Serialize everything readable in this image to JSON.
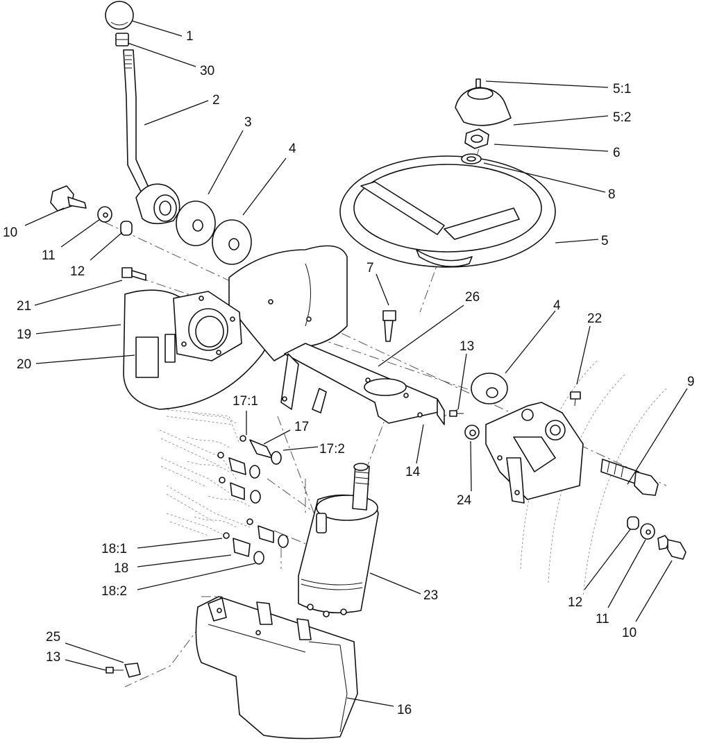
{
  "diagram": {
    "callouts": [
      {
        "id": "c1",
        "label": "1"
      },
      {
        "id": "c30",
        "label": "30"
      },
      {
        "id": "c2",
        "label": "2"
      },
      {
        "id": "c3",
        "label": "3"
      },
      {
        "id": "c4a",
        "label": "4"
      },
      {
        "id": "c10a",
        "label": "10"
      },
      {
        "id": "c11a",
        "label": "11"
      },
      {
        "id": "c12a",
        "label": "12"
      },
      {
        "id": "c21",
        "label": "21"
      },
      {
        "id": "c19",
        "label": "19"
      },
      {
        "id": "c20",
        "label": "20"
      },
      {
        "id": "c51",
        "label": "5:1"
      },
      {
        "id": "c52",
        "label": "5:2"
      },
      {
        "id": "c6",
        "label": "6"
      },
      {
        "id": "c8",
        "label": "8"
      },
      {
        "id": "c5",
        "label": "5"
      },
      {
        "id": "c7",
        "label": "7"
      },
      {
        "id": "c26",
        "label": "26"
      },
      {
        "id": "c4b",
        "label": "4"
      },
      {
        "id": "c22",
        "label": "22"
      },
      {
        "id": "c13a",
        "label": "13"
      },
      {
        "id": "c9",
        "label": "9"
      },
      {
        "id": "c171",
        "label": "17:1"
      },
      {
        "id": "c17",
        "label": "17"
      },
      {
        "id": "c172",
        "label": "17:2"
      },
      {
        "id": "c14",
        "label": "14"
      },
      {
        "id": "c24",
        "label": "24"
      },
      {
        "id": "c181",
        "label": "18:1"
      },
      {
        "id": "c18",
        "label": "18"
      },
      {
        "id": "c182",
        "label": "18:2"
      },
      {
        "id": "c23",
        "label": "23"
      },
      {
        "id": "c12b",
        "label": "12"
      },
      {
        "id": "c11b",
        "label": "11"
      },
      {
        "id": "c10b",
        "label": "10"
      },
      {
        "id": "c25",
        "label": "25"
      },
      {
        "id": "c13b",
        "label": "13"
      },
      {
        "id": "c16",
        "label": "16"
      }
    ]
  }
}
